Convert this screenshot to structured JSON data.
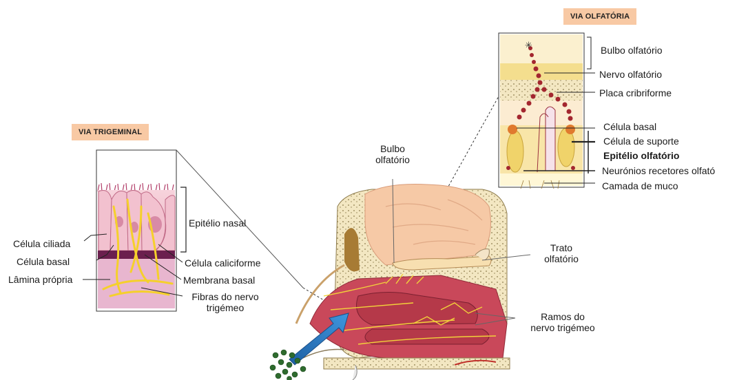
{
  "trigeminal": {
    "tag": "VIA TRIGEMINAL",
    "labels": {
      "epitelio_nasal": "Epitélio nasal",
      "celula_ciliada": "Célula ciliada",
      "celula_basal": "Célula basal",
      "lamina_propria": "Lâmina própria",
      "celula_caliciforme": "Célula caliciforme",
      "membrana_basal": "Membrana basal",
      "fibras_line1": "Fibras do nervo",
      "fibras_line2": "trigémeo"
    }
  },
  "olfactory": {
    "tag": "VIA OLFATÓRIA",
    "labels": {
      "bulbo_olfatorio": "Bulbo olfatório",
      "nervo_olfatorio": "Nervo olfatório",
      "placa_cribriforme": "Placa cribriforme",
      "celula_basal": "Célula basal",
      "celula_suporte": "Célula de suporte",
      "epitelio_olfatorio": "Epitélio olfatório",
      "neuronios": "Neurónios recetores olfató",
      "camada_muco": "Camada de muco"
    }
  },
  "head": {
    "bulbo_line1": "Bulbo",
    "bulbo_line2": "olfatório",
    "trato_line1": "Trato",
    "trato_line2": "olfatório",
    "ramos_line1": "Ramos do",
    "ramos_line2": "nervo trigémeo"
  },
  "colors": {
    "tag_bg": "#f8c9a4",
    "brain": "#f6c9a6",
    "bone": "#efe2b8",
    "nerve": "#f2d23a",
    "mucosa": "#c9485a",
    "arrow": "#2f7fc6",
    "particles": "#2e6b2e"
  }
}
